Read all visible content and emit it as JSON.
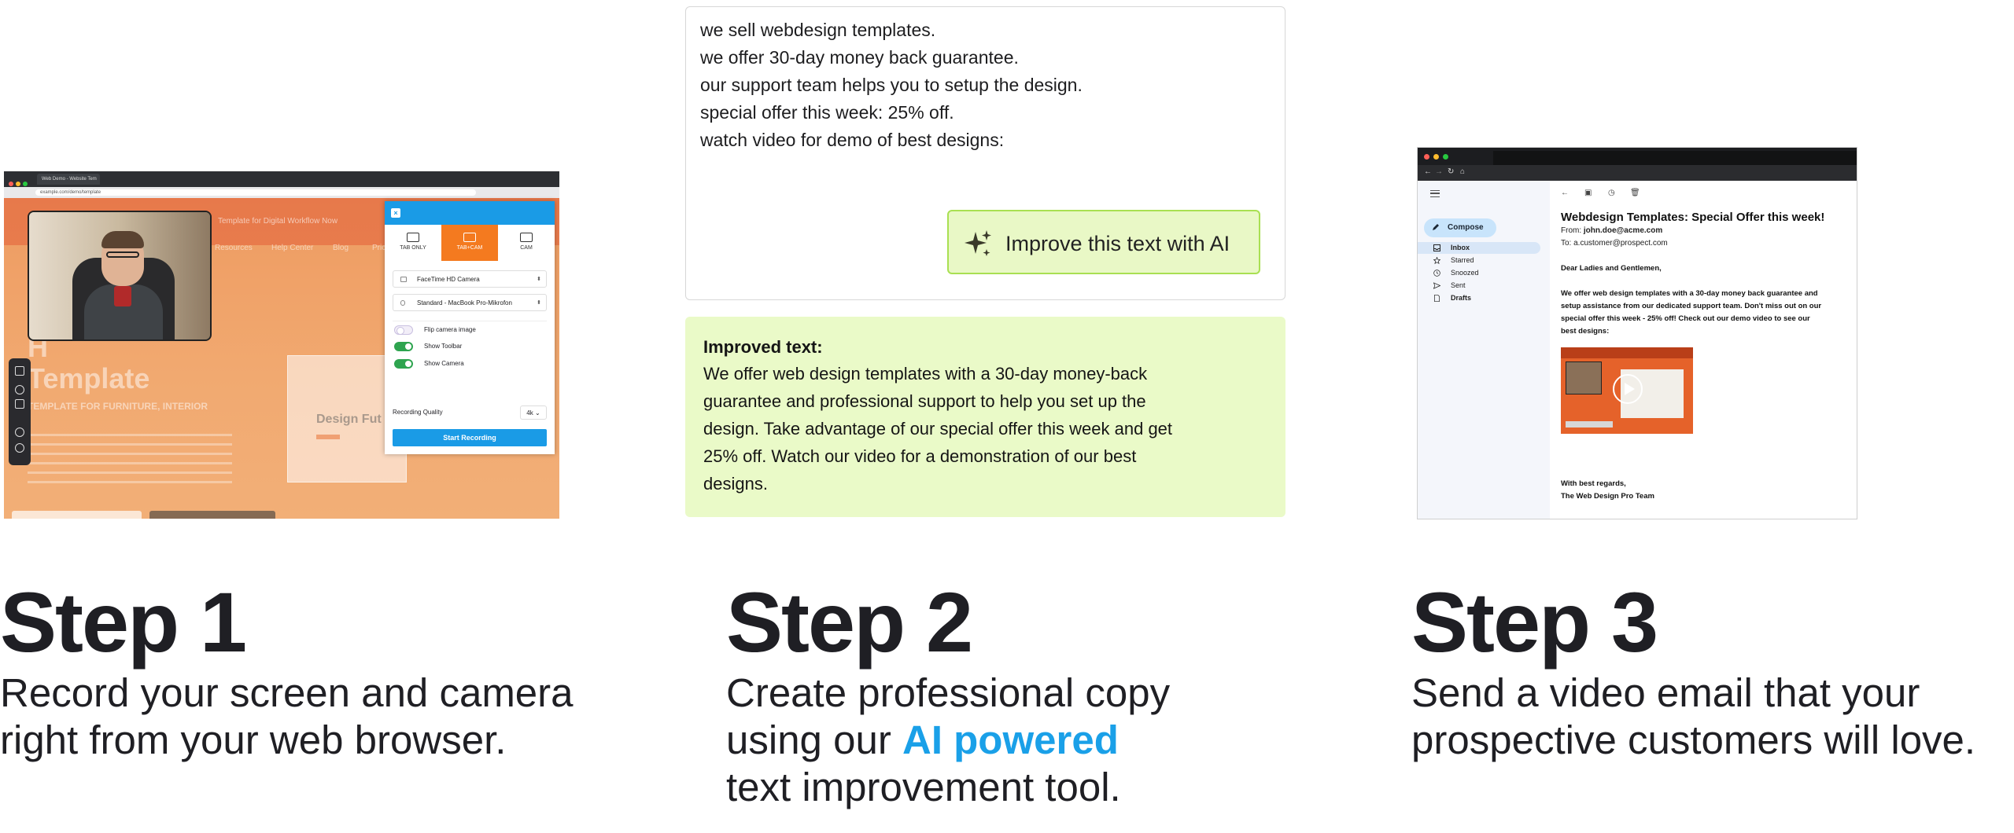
{
  "step1": {
    "title": "Step 1",
    "desc_line1": "Record your screen and camera",
    "desc_line2": "right from your web browser.",
    "browser": {
      "tab_title": "Web Demo - Website Tem",
      "url": "example.com/demo/template"
    },
    "recorder": {
      "modes": [
        "TAB ONLY",
        "TAB+CAM",
        "CAM"
      ],
      "active_mode": "TAB+CAM",
      "camera_select": "FaceTime HD Camera",
      "mic_select": "Standard - MacBook Pro-Mikrofon",
      "options": [
        {
          "label": "Flip camera image",
          "on": false
        },
        {
          "label": "Show Toolbar",
          "on": true
        },
        {
          "label": "Show Camera",
          "on": true
        }
      ],
      "quality_label": "Recording Quality",
      "quality_value": "4k",
      "start_label": "Start Recording",
      "close_icon": "close-icon"
    },
    "site": {
      "title": "Template",
      "subtitle": "TEMPLATE FOR FURNITURE, INTERIOR",
      "preview_title": "Design Fut",
      "nav": [
        "Resources",
        "Help Center",
        "Blog",
        "Pricing"
      ],
      "header_text": "Template for Digital Workflow Now",
      "title_prefix": "H"
    }
  },
  "step2": {
    "title": "Step 2",
    "desc_line1": "Create professional copy",
    "desc_line2_prefix": "using our ",
    "desc_line2_accent": "AI powered",
    "desc_line3": "text improvement tool.",
    "accent_color": "#1aa0e8",
    "input_lines": [
      "we sell webdesign templates.",
      "we offer 30-day money back guarantee.",
      "our support team helps you to setup the design.",
      "special offer this week: 25% off.",
      "watch video for demo of best designs:"
    ],
    "ai_button_label": "Improve this text with AI",
    "ai_button_icon": "sparkle-icon",
    "improved_heading": "Improved text:",
    "improved_lines": [
      "We offer web design templates with a 30-day money-back",
      "guarantee and professional support to help you set up the",
      "design. Take advantage of our special offer this week and get",
      "25% off. Watch our video for a demonstration of our best",
      "designs."
    ]
  },
  "step3": {
    "title": "Step 3",
    "desc_line1": "Send a video email that your",
    "desc_line2": "prospective customers will love.",
    "mail": {
      "compose_label": "Compose",
      "folders": [
        {
          "label": "Inbox",
          "icon": "inbox-icon",
          "active": true
        },
        {
          "label": "Starred",
          "icon": "star-icon",
          "active": false
        },
        {
          "label": "Snoozed",
          "icon": "clock-icon",
          "active": false
        },
        {
          "label": "Sent",
          "icon": "send-icon",
          "active": false
        },
        {
          "label": "Drafts",
          "icon": "draft-icon",
          "active": false
        }
      ],
      "subject": "Webdesign Templates: Special Offer this week!",
      "from_label": "From: ",
      "from_value": "john.doe@acme.com",
      "to_label": "To: ",
      "to_value": "a.customer@prospect.com",
      "greeting": "Dear Ladies and Gentlemen,",
      "body_lines": [
        "We offer web design templates with a 30-day money back guarantee and",
        "setup assistance from our dedicated support team. Don't miss out on our",
        "special offer this week - 25% off! Check out our demo video to see our",
        "best designs:"
      ],
      "signoff": "With best regards,",
      "signature": "The Web Design Pro Team"
    }
  }
}
